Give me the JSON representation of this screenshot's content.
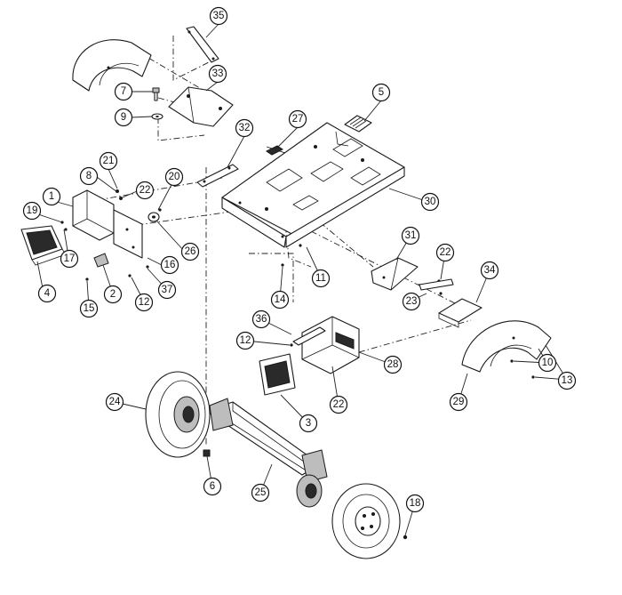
{
  "callouts": [
    {
      "id": "1"
    },
    {
      "id": "2"
    },
    {
      "id": "3"
    },
    {
      "id": "4"
    },
    {
      "id": "5"
    },
    {
      "id": "6"
    },
    {
      "id": "7"
    },
    {
      "id": "8"
    },
    {
      "id": "9"
    },
    {
      "id": "10"
    },
    {
      "id": "11"
    },
    {
      "id": "12"
    },
    {
      "id": "12"
    },
    {
      "id": "13"
    },
    {
      "id": "14"
    },
    {
      "id": "15"
    },
    {
      "id": "16"
    },
    {
      "id": "17"
    },
    {
      "id": "18"
    },
    {
      "id": "19"
    },
    {
      "id": "20"
    },
    {
      "id": "21"
    },
    {
      "id": "22"
    },
    {
      "id": "22"
    },
    {
      "id": "22"
    },
    {
      "id": "23"
    },
    {
      "id": "24"
    },
    {
      "id": "25"
    },
    {
      "id": "26"
    },
    {
      "id": "27"
    },
    {
      "id": "28"
    },
    {
      "id": "29"
    },
    {
      "id": "30"
    },
    {
      "id": "31"
    },
    {
      "id": "32"
    },
    {
      "id": "33"
    },
    {
      "id": "34"
    },
    {
      "id": "35"
    },
    {
      "id": "36"
    },
    {
      "id": "37"
    }
  ]
}
